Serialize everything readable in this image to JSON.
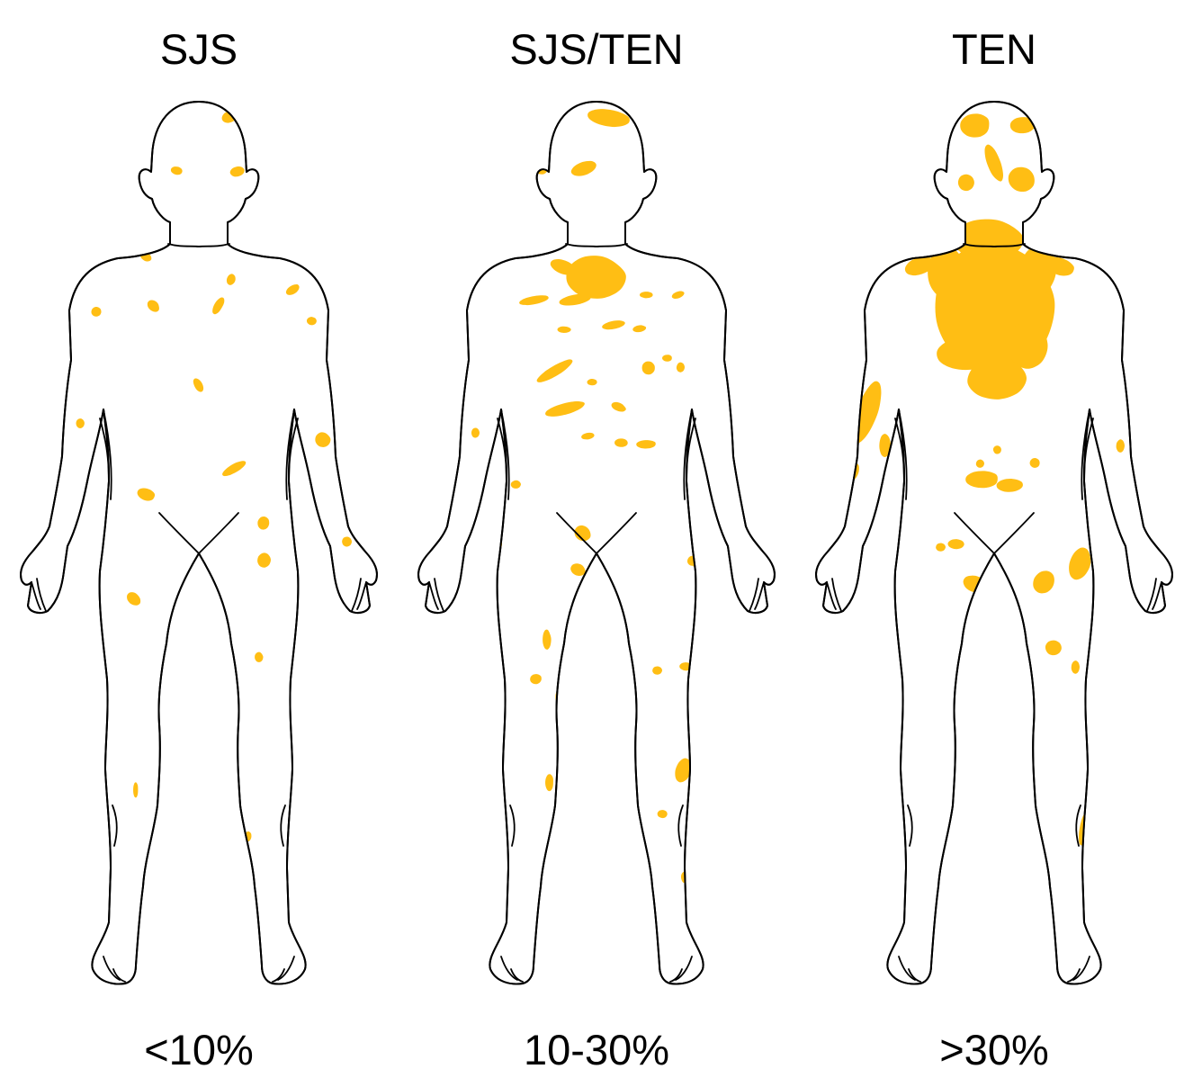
{
  "lesion_color": "#FFBE14",
  "panels": [
    {
      "title": "SJS",
      "caption": "<10%",
      "coverage": "low"
    },
    {
      "title": "SJS/TEN",
      "caption": "10-30%",
      "coverage": "medium"
    },
    {
      "title": "TEN",
      "caption": ">30%",
      "coverage": "high"
    }
  ]
}
